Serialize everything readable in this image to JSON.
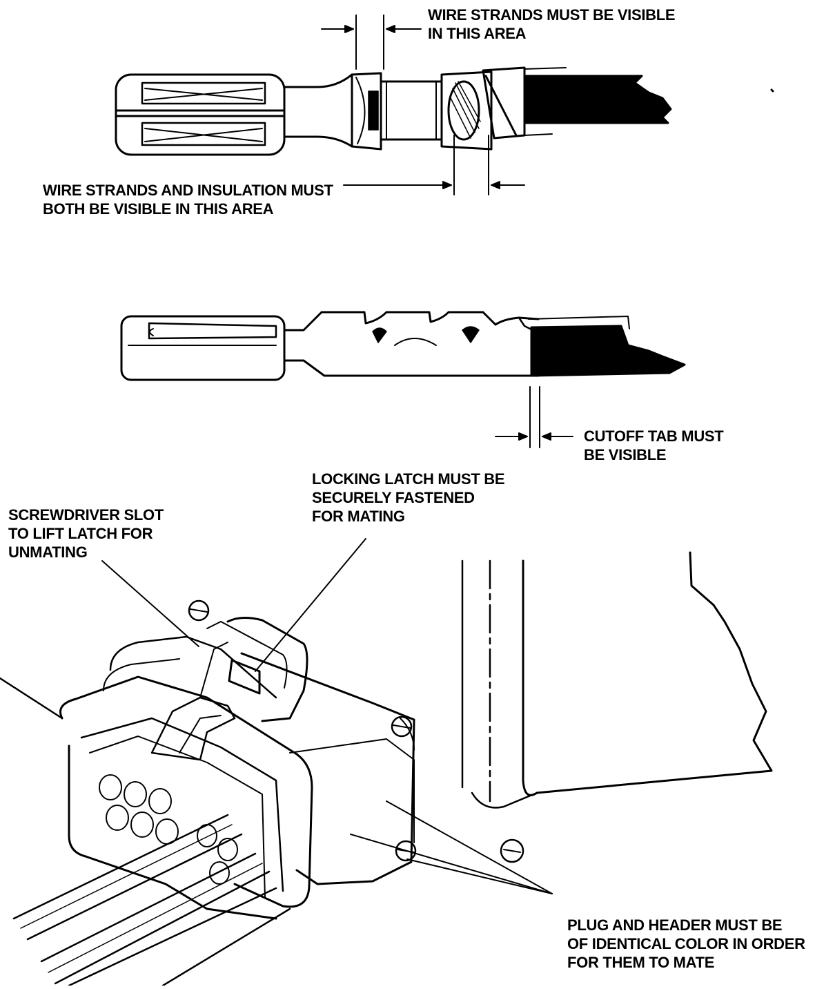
{
  "colors": {
    "ink": "#000000",
    "paper": "#ffffff"
  },
  "callouts": {
    "wire_strands_visible": [
      "WIRE STRANDS MUST BE VISIBLE",
      "IN THIS AREA"
    ],
    "strands_and_insulation": [
      "WIRE STRANDS AND INSULATION MUST",
      "BOTH BE VISIBLE IN THIS AREA"
    ],
    "cutoff_tab": [
      "CUTOFF TAB MUST",
      "BE VISIBLE"
    ],
    "locking_latch": [
      "LOCKING LATCH MUST BE",
      "SECURELY FASTENED",
      "FOR MATING"
    ],
    "screwdriver_slot": [
      "SCREWDRIVER SLOT",
      "TO  LIFT LATCH  FOR",
      "UNMATING"
    ],
    "plug_header": [
      "PLUG AND HEADER MUST BE",
      "OF IDENTICAL COLOR IN ORDER",
      "FOR THEM TO MATE"
    ]
  }
}
